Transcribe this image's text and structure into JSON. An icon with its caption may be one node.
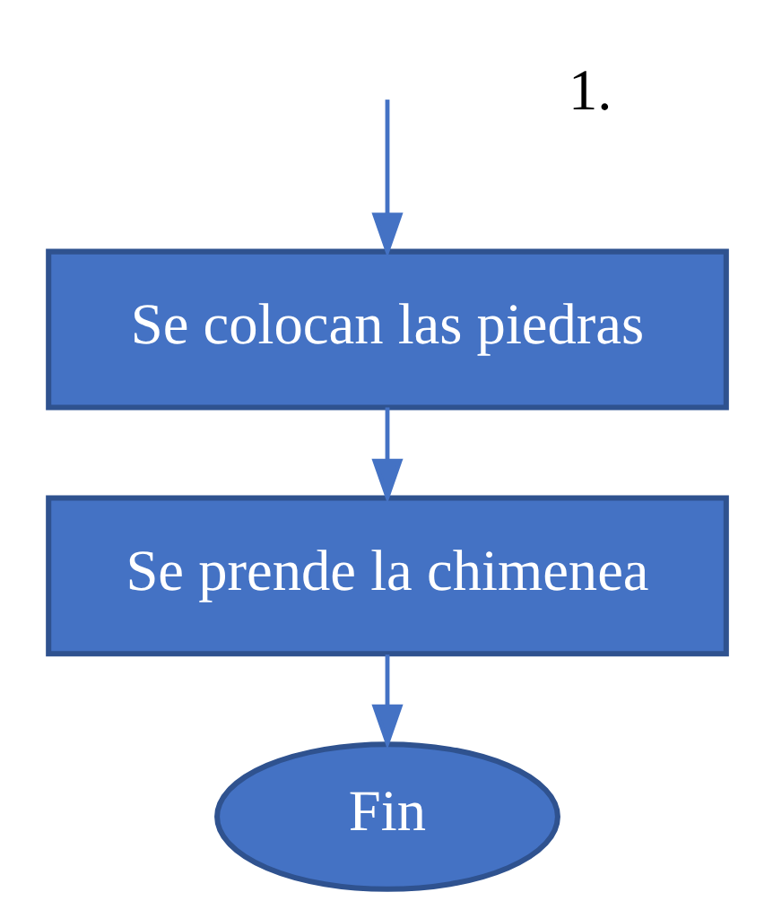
{
  "diagram": {
    "nodes": [
      {
        "text": [
          "Se colocan las piedras"
        ]
      },
      {
        "text": [
          "Se prende la chimenea"
        ]
      },
      {
        "text": [
          "Fin"
        ]
      }
    ],
    "edges": [
      {
        "from": null,
        "to": 0,
        "arrow": "to"
      },
      {
        "from": 0,
        "to": 1,
        "arrow": "to"
      },
      {
        "from": 1,
        "to": 2,
        "arrow": "to"
      }
    ],
    "labels": [
      "1."
    ]
  }
}
